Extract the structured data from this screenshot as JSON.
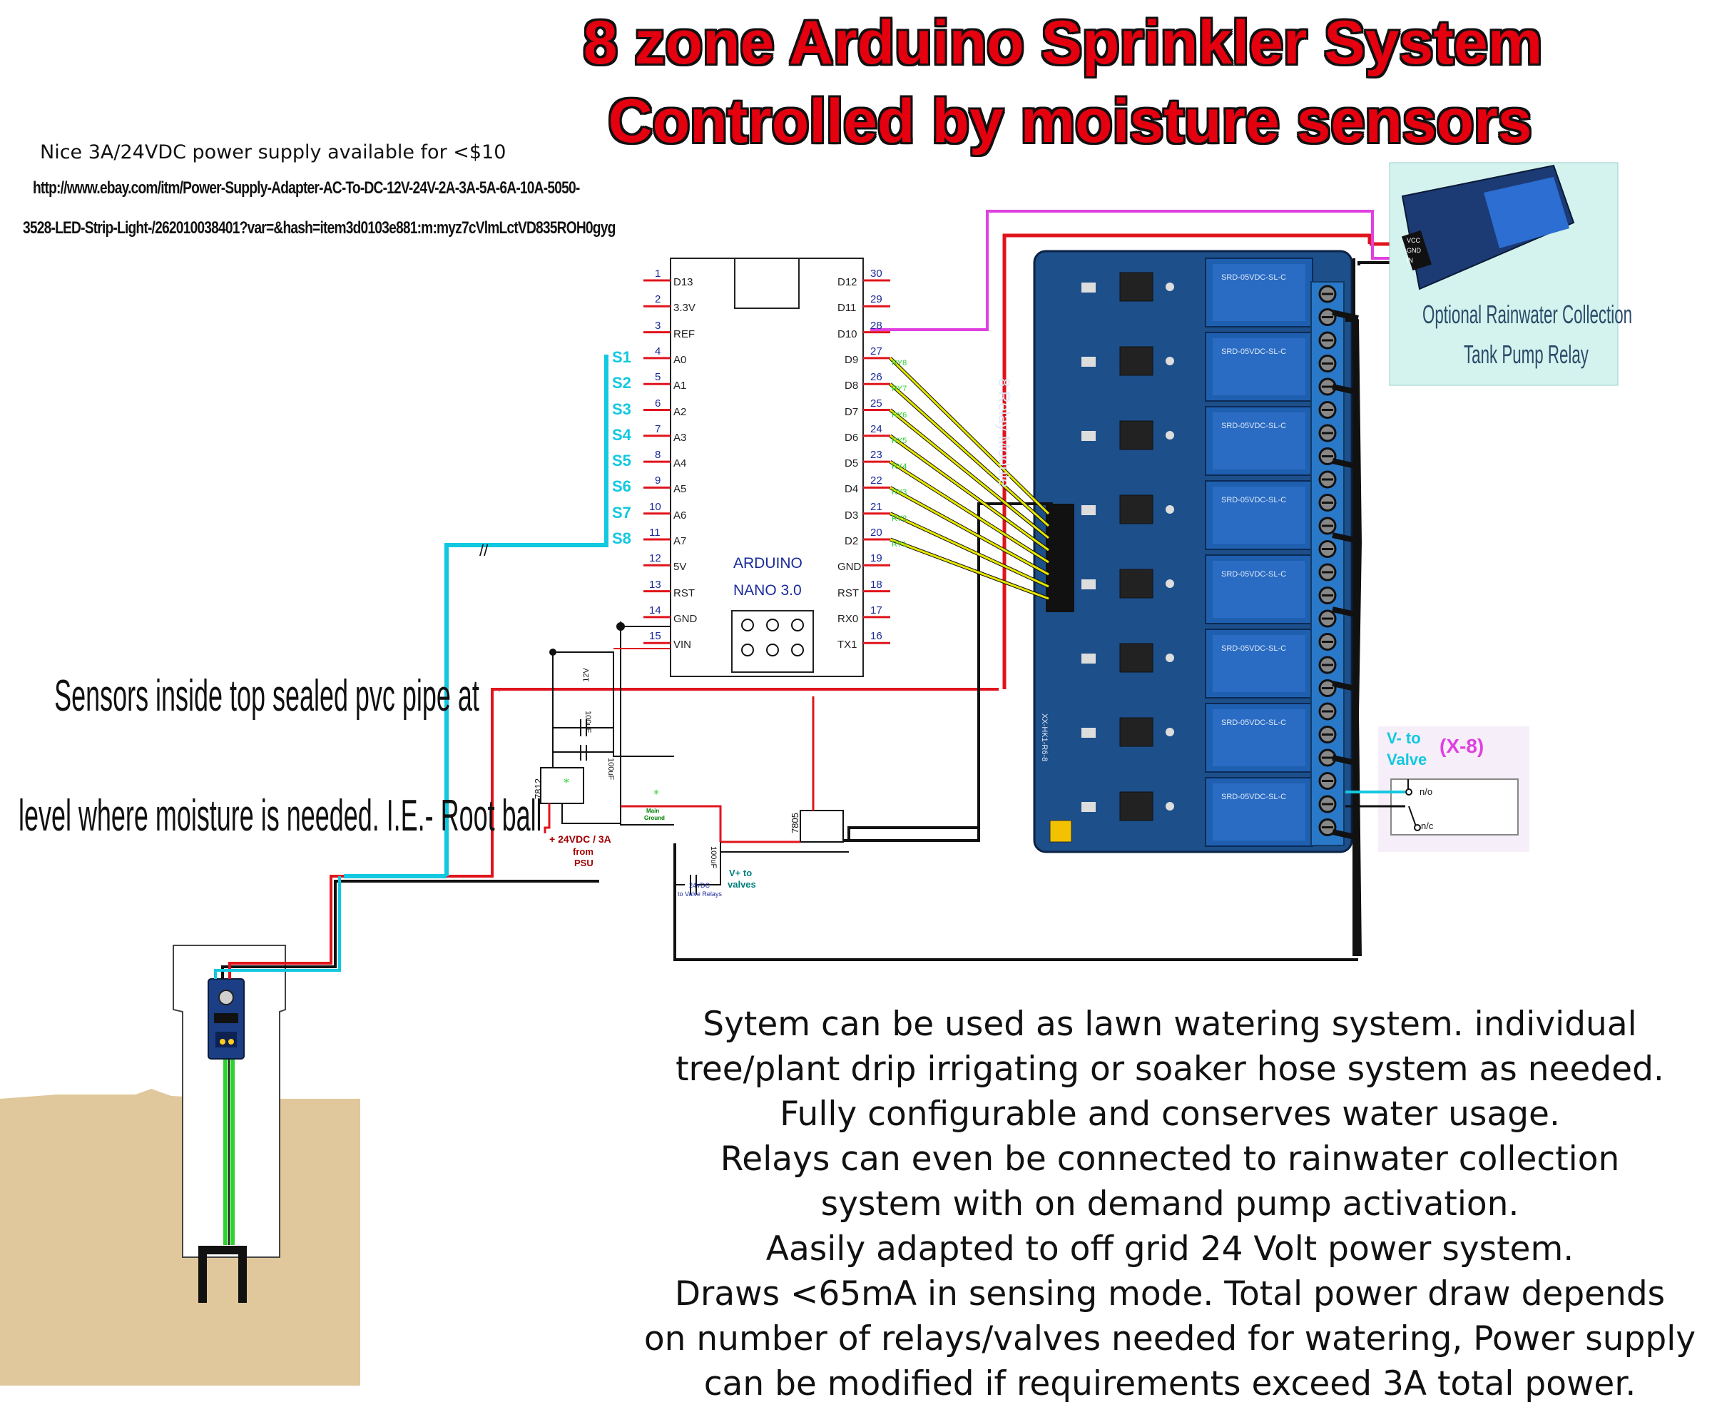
{
  "title": {
    "line1": "8 zone Arduino Sprinkler System",
    "line2": "Controlled by moisture sensors"
  },
  "psu_note": {
    "headline": "Nice 3A/24VDC power supply available for <$10",
    "url_line1": "http://www.ebay.com/itm/Power-Supply-Adapter-AC-To-DC-12V-24V-2A-3A-5A-6A-10A-5050-",
    "url_line2": "3528-LED-Strip-Light-/262010038401?var=&hash=item3d0103e881:m:myz7cVlmLctVD835ROH0gyg"
  },
  "sensor_note": {
    "line1": "Sensors inside top sealed pvc pipe at",
    "line2": "level where moisture is needed. I.E.- Root ball"
  },
  "arduino": {
    "name_line1": "ARDUINO",
    "name_line2": "NANO 3.0",
    "left_pins": [
      {
        "num": "1",
        "label": "D13"
      },
      {
        "num": "2",
        "label": "3.3V"
      },
      {
        "num": "3",
        "label": "REF"
      },
      {
        "num": "4",
        "label": "A0"
      },
      {
        "num": "5",
        "label": "A1"
      },
      {
        "num": "6",
        "label": "A2"
      },
      {
        "num": "7",
        "label": "A3"
      },
      {
        "num": "8",
        "label": "A4"
      },
      {
        "num": "9",
        "label": "A5"
      },
      {
        "num": "10",
        "label": "A6"
      },
      {
        "num": "11",
        "label": "A7"
      },
      {
        "num": "12",
        "label": "5V"
      },
      {
        "num": "13",
        "label": "RST"
      },
      {
        "num": "14",
        "label": "GND"
      },
      {
        "num": "15",
        "label": "VIN"
      }
    ],
    "right_pins": [
      {
        "num": "30",
        "label": "D12"
      },
      {
        "num": "29",
        "label": "D11"
      },
      {
        "num": "28",
        "label": "D10"
      },
      {
        "num": "27",
        "label": "D9"
      },
      {
        "num": "26",
        "label": "D8"
      },
      {
        "num": "25",
        "label": "D7"
      },
      {
        "num": "24",
        "label": "D6"
      },
      {
        "num": "23",
        "label": "D5"
      },
      {
        "num": "22",
        "label": "D4"
      },
      {
        "num": "21",
        "label": "D3"
      },
      {
        "num": "20",
        "label": "D2"
      },
      {
        "num": "19",
        "label": "GND"
      },
      {
        "num": "18",
        "label": "RST"
      },
      {
        "num": "17",
        "label": "RX0"
      },
      {
        "num": "16",
        "label": "TX1"
      }
    ]
  },
  "sensor_labels": [
    "S1",
    "S2",
    "S3",
    "S4",
    "S5",
    "S6",
    "S7",
    "S8"
  ],
  "relay_signal_labels": [
    "RY8",
    "RY7",
    "RY6",
    "RY5",
    "RY4",
    "RY3",
    "RY2",
    "RY1"
  ],
  "relay_board": {
    "label": "8 Relay Module",
    "relay_text": "SRD-05VDC-SL-C",
    "model": "XX-HK1-R6-8"
  },
  "optional_relay": {
    "line1": "Optional Rainwater Collection",
    "line2": "Tank Pump Relay",
    "pins": [
      "VCC",
      "GND",
      "IN"
    ]
  },
  "valve": {
    "label_line1": "V- to",
    "label_line2": "Valve",
    "count": "(X-8)",
    "no": "n/o",
    "nc": "n/c"
  },
  "power": {
    "regulator_12v": "7812",
    "regulator_5v": "7805",
    "cap_label": "100uF",
    "rail_12v": "12V",
    "input_line1": "+ 24VDC / 3A",
    "input_line2": "from",
    "input_line3": "PSU",
    "vplus_line1": "V+ to",
    "vplus_line2": "valves",
    "valve_relay_line1": "24VDC",
    "valve_relay_line2": "to Valve Relays",
    "main_ground_line1": "Main",
    "main_ground_line2": "Ground"
  },
  "description": [
    "Sytem can be used as lawn watering system. individual",
    "tree/plant drip irrigating or soaker hose system as needed.",
    "Fully configurable and conserves water usage.",
    "Relays can even be connected to rainwater collection",
    "system with on demand pump activation.",
    "Aasily adapted to off grid 24 Volt power system.",
    "Draws <65mA in sensing mode. Total power draw depends",
    "on number of relays/valves needed for watering, Power supply",
    "can be modified if requirements exceed 3A total power."
  ],
  "colors": {
    "title": "#e4000f",
    "sensor_wire": "#12c8e0",
    "power_wire": "#e0141c",
    "signal_wire": "#e6e600",
    "d10_wire": "#e040e0",
    "ground_wire": "#111111",
    "probe_wire": "#2ed12e",
    "soil": "#e0c89c",
    "relay_board": "#1d4f8a",
    "relay_body": "#1f5fb0"
  }
}
